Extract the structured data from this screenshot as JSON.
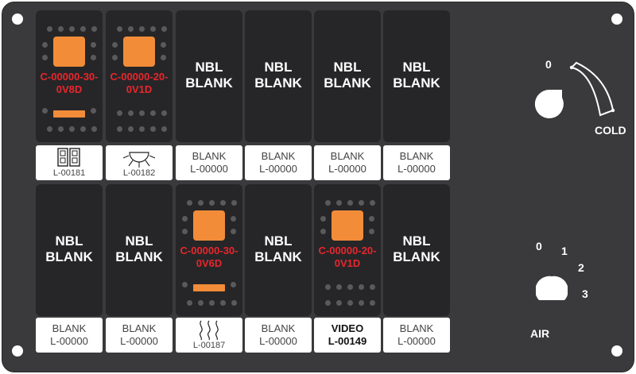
{
  "switches_top": [
    {
      "title": "",
      "code": "C-00000-30-\n0V8D"
    },
    {
      "title": "",
      "code": "C-00000-20-\n0V1D"
    },
    {
      "title": "NBL\nBLANK",
      "code": ""
    },
    {
      "title": "NBL\nBLANK",
      "code": ""
    },
    {
      "title": "NBL\nBLANK",
      "code": ""
    },
    {
      "title": "NBL\nBLANK",
      "code": ""
    }
  ],
  "labels_top": [
    {
      "line1": "",
      "line2": "L-00181",
      "icon": "door-icon"
    },
    {
      "line1": "",
      "line2": "L-00182",
      "icon": "light-icon"
    },
    {
      "line1": "BLANK",
      "line2": "L-00000"
    },
    {
      "line1": "BLANK",
      "line2": "L-00000"
    },
    {
      "line1": "BLANK",
      "line2": "L-00000"
    },
    {
      "line1": "BLANK",
      "line2": "L-00000"
    }
  ],
  "switches_bottom": [
    {
      "title": "NBL\nBLANK",
      "code": ""
    },
    {
      "title": "NBL\nBLANK",
      "code": ""
    },
    {
      "title": "",
      "code": "C-00000-30-\n0V6D"
    },
    {
      "title": "NBL\nBLANK",
      "code": ""
    },
    {
      "title": "",
      "code": "C-00000-20-\n0V1D"
    },
    {
      "title": "NBL\nBLANK",
      "code": ""
    }
  ],
  "labels_bottom": [
    {
      "line1": "BLANK",
      "line2": "L-00000"
    },
    {
      "line1": "BLANK",
      "line2": "L-00000"
    },
    {
      "line1": "",
      "line2": "L-00187",
      "icon": "heat-icon"
    },
    {
      "line1": "BLANK",
      "line2": "L-00000"
    },
    {
      "line1": "VIDEO",
      "line2": "L-00149"
    },
    {
      "line1": "BLANK",
      "line2": "L-00000"
    }
  ],
  "temp_knob": {
    "zero_label": "0",
    "cold_label": "COLD"
  },
  "air_knob": {
    "label": "AIR",
    "positions": [
      "0",
      "1",
      "2",
      "3"
    ]
  },
  "colors": {
    "panel": "#3a3a3c",
    "switch": "#262628",
    "lamp": "#f28c38",
    "code": "#e8262d"
  }
}
